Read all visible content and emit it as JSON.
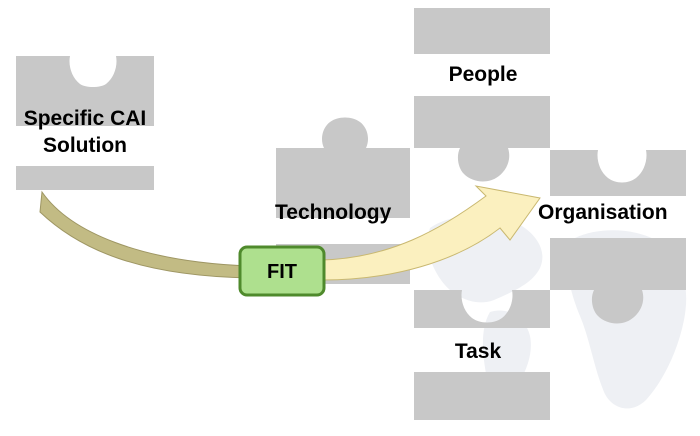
{
  "colors": {
    "piece": "#c8c8c8",
    "map": "#eef0f4",
    "curve_dark": "#c2bb84",
    "curve_light": "#fbf0bf",
    "fit_fill": "#aee08e",
    "fit_border": "#4f8a2c",
    "text": "#000000"
  },
  "labels": {
    "solution_line1": "Specific CAI",
    "solution_line2": "Solution",
    "people": "People",
    "technology": "Technology",
    "organisation": "Organisation",
    "task": "Task",
    "fit": "FIT"
  }
}
